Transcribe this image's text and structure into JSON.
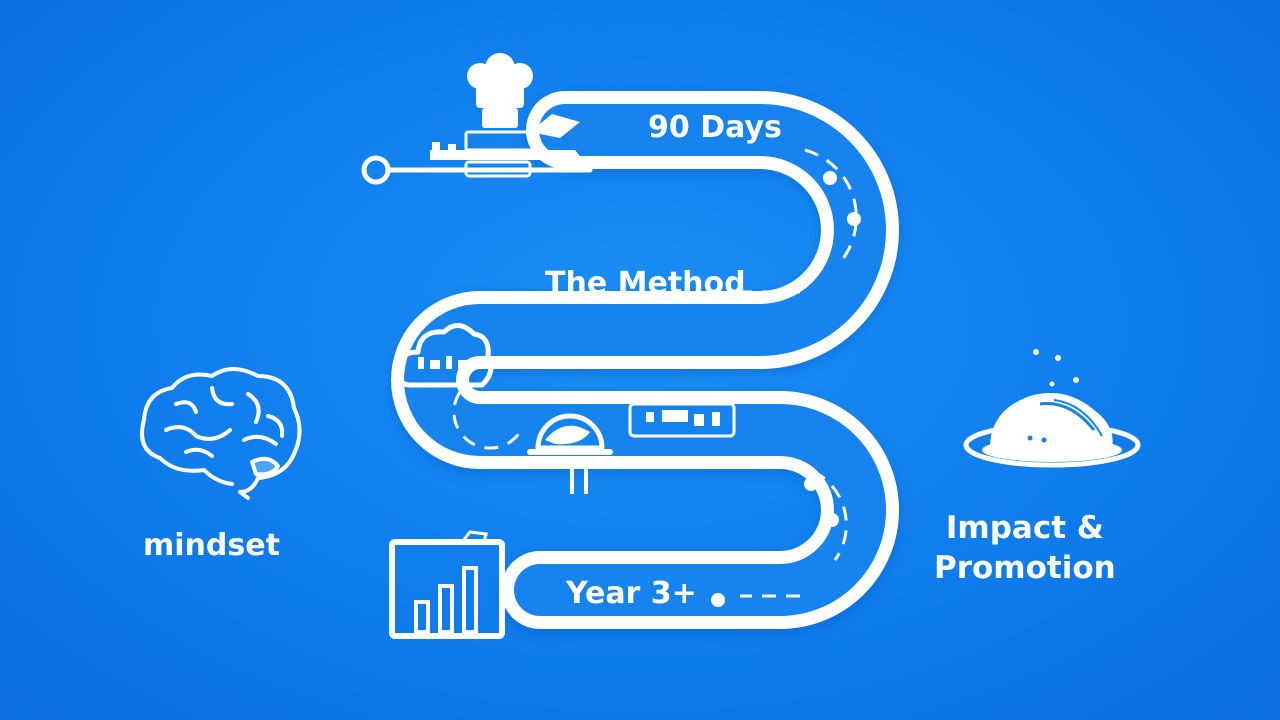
{
  "colors": {
    "background": "#0f7ded",
    "road": "#ffffff",
    "road_inner": "#1483ef",
    "icon": "#ffffff"
  },
  "roadmap": {
    "stage_90_days": "90 Days",
    "stage_method": "The Method",
    "stage_year_3": "Year 3+"
  },
  "side_labels": {
    "mindset": "mindset",
    "impact_line1": "Impact &",
    "impact_line2": "Promotion"
  },
  "icons": [
    "chef-hat-icon",
    "kitchen-counter-icon",
    "cloud-icon",
    "cloche-icon",
    "screen-icon",
    "bar-chart-icon",
    "brain-icon",
    "plated-dish-icon"
  ]
}
